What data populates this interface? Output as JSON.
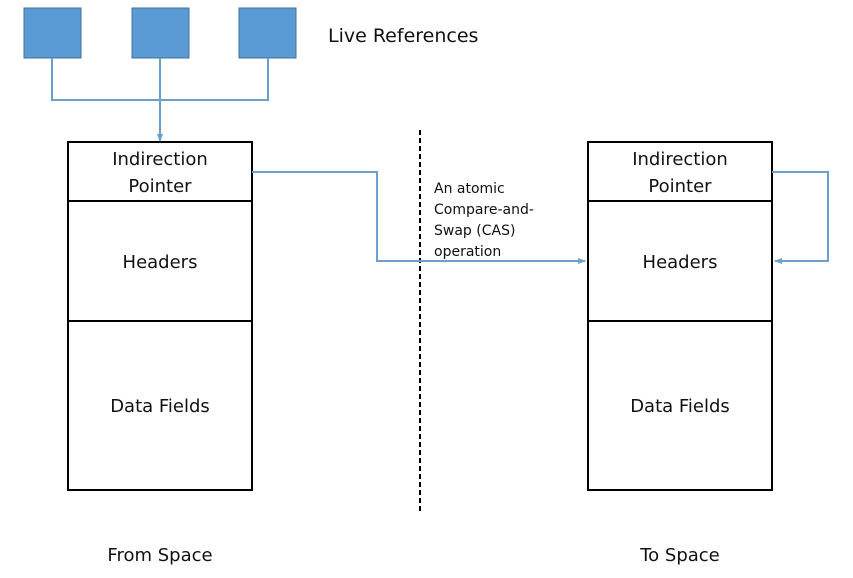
{
  "title": "Live References",
  "colors": {
    "ref_box": "#5b9bd5",
    "connector": "#6e9fcc",
    "box_stroke": "#000000"
  },
  "live_references": {
    "count": 3,
    "label": "Live References"
  },
  "from_space": {
    "label": "From Space",
    "sections": [
      "Indirection",
      "Pointer",
      "Headers",
      "Data Fields"
    ]
  },
  "to_space": {
    "label": "To Space",
    "sections": [
      "Indirection",
      "Pointer",
      "Headers",
      "Data Fields"
    ]
  },
  "cas_note": {
    "lines": [
      "An atomic",
      "Compare-and-",
      "Swap (CAS)",
      "operation"
    ]
  }
}
